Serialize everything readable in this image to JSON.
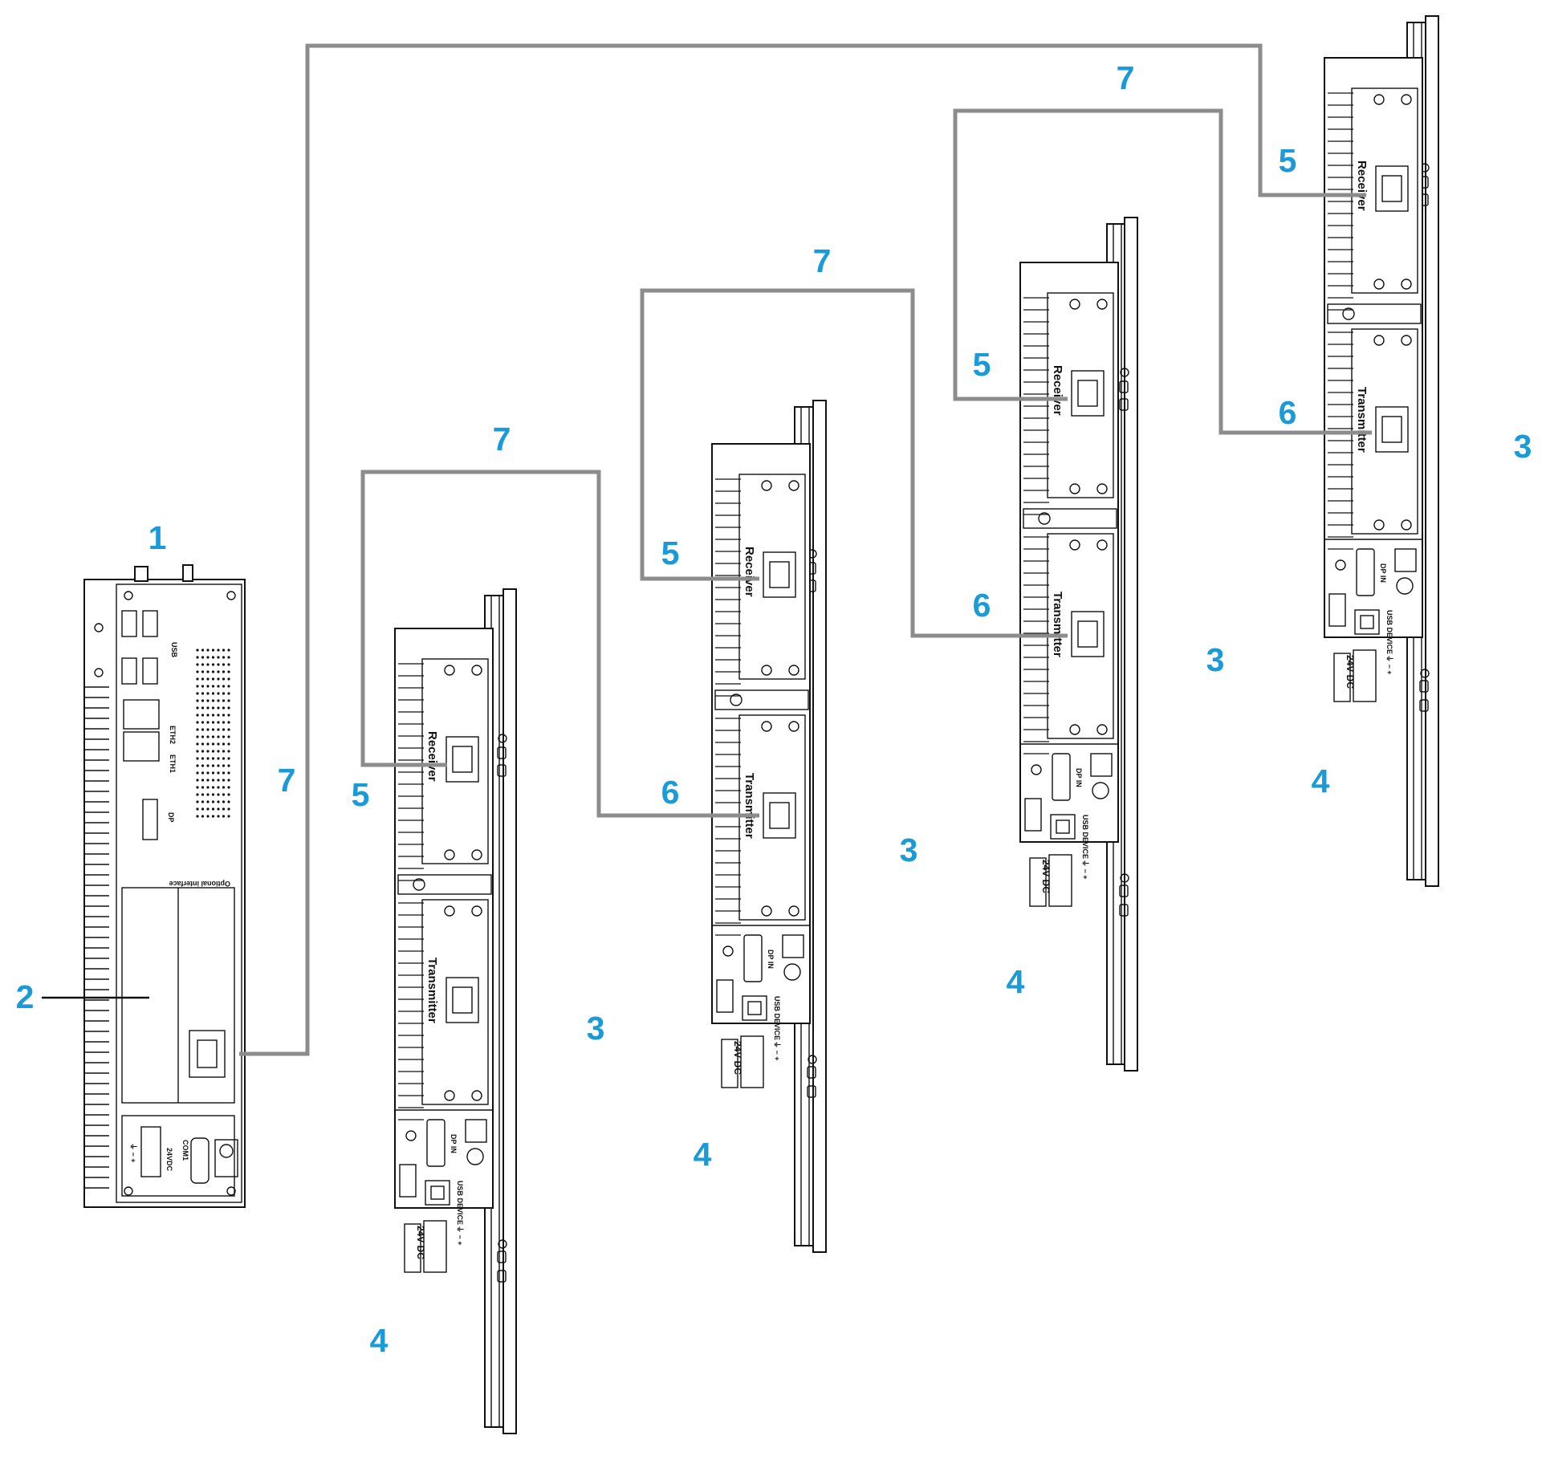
{
  "colors": {
    "callout": "#1a9ad7",
    "cable": "#8c8c8c",
    "line": "#111111"
  },
  "callouts": {
    "box_pc": "1",
    "optional_interface": "2",
    "display": "3",
    "display_adapter": "4",
    "receiver": "5",
    "transmitter": "6",
    "cable": "7"
  },
  "box_pc": {
    "port_labels": {
      "usb": "USB",
      "eth1": "ETH1",
      "eth2": "ETH2",
      "dp": "DP",
      "optional_interface": "Optional interface",
      "com1": "COM1",
      "power": "24VDC",
      "power_symbols": "⏚ − +"
    }
  },
  "display_module": {
    "receiver_label": "Receiver",
    "transmitter_label": "Transmitter",
    "dp_in_label": "DP IN",
    "usb_device_label": "USB DEVICE",
    "power_label": "24V DC",
    "power_symbols": "⏚ − +"
  }
}
